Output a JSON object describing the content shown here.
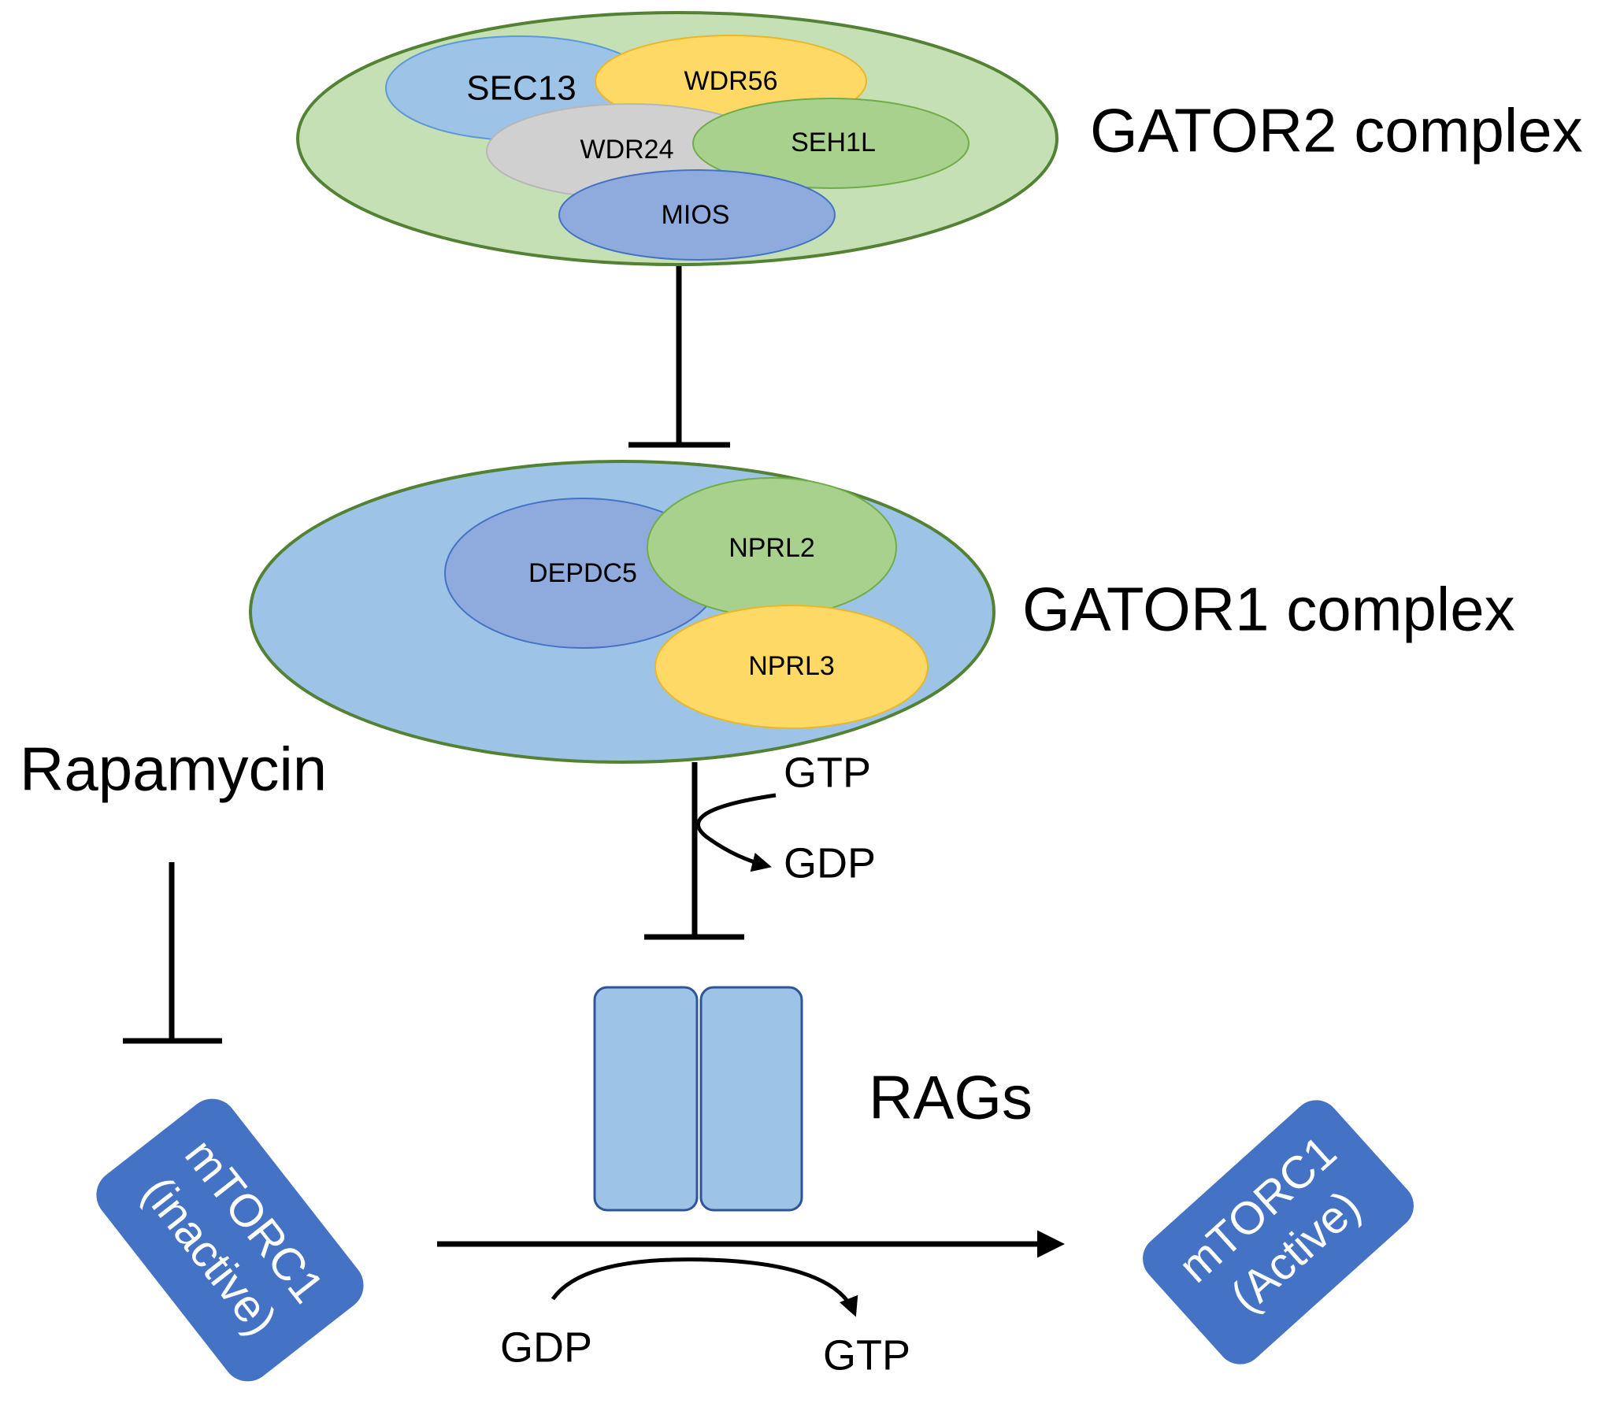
{
  "gator2": {
    "title": "GATOR2 complex",
    "subunits": {
      "sec13": "SEC13",
      "wdr56": "WDR56",
      "wdr24": "WDR24",
      "seh1l": "SEH1L",
      "mios": "MIOS"
    }
  },
  "gator1": {
    "title": "GATOR1 complex",
    "subunits": {
      "depdc5": "DEPDC5",
      "nprl2": "NPRL2",
      "nprl3": "NPRL3"
    }
  },
  "gtp_hydrolysis": {
    "from": "GTP",
    "to": "GDP"
  },
  "rags": {
    "label": "RAGs"
  },
  "rapamycin": {
    "label": "Rapamycin"
  },
  "mtorc1_inactive": {
    "line1": "mTORC1",
    "line2": "(inactive)"
  },
  "mtorc1_active": {
    "line1": "mTORC1",
    "line2": "(Active)"
  },
  "gdp_gtp_exchange": {
    "from": "GDP",
    "to": "GTP"
  },
  "colors": {
    "gator2_fill": "#c5e0b4",
    "gator_outline": "#548235",
    "gator1_fill": "#9dc3e6",
    "sec13_fill": "#9dc3e6",
    "wdr56_fill": "#ffd966",
    "wdr24_fill": "#d0d0d0",
    "seh1l_fill": "#a9d18e",
    "mios_fill": "#8faadc",
    "depdc5_fill": "#8faadc",
    "nprl2_fill": "#a9d18e",
    "nprl3_fill": "#ffd966",
    "mtorc1_fill": "#4472c4",
    "rag_fill": "#9dc3e6",
    "rag_stroke": "#2f5597"
  },
  "icons": {
    "inhibition": "t-bar-inhibition-icon",
    "activation": "arrow-icon"
  }
}
